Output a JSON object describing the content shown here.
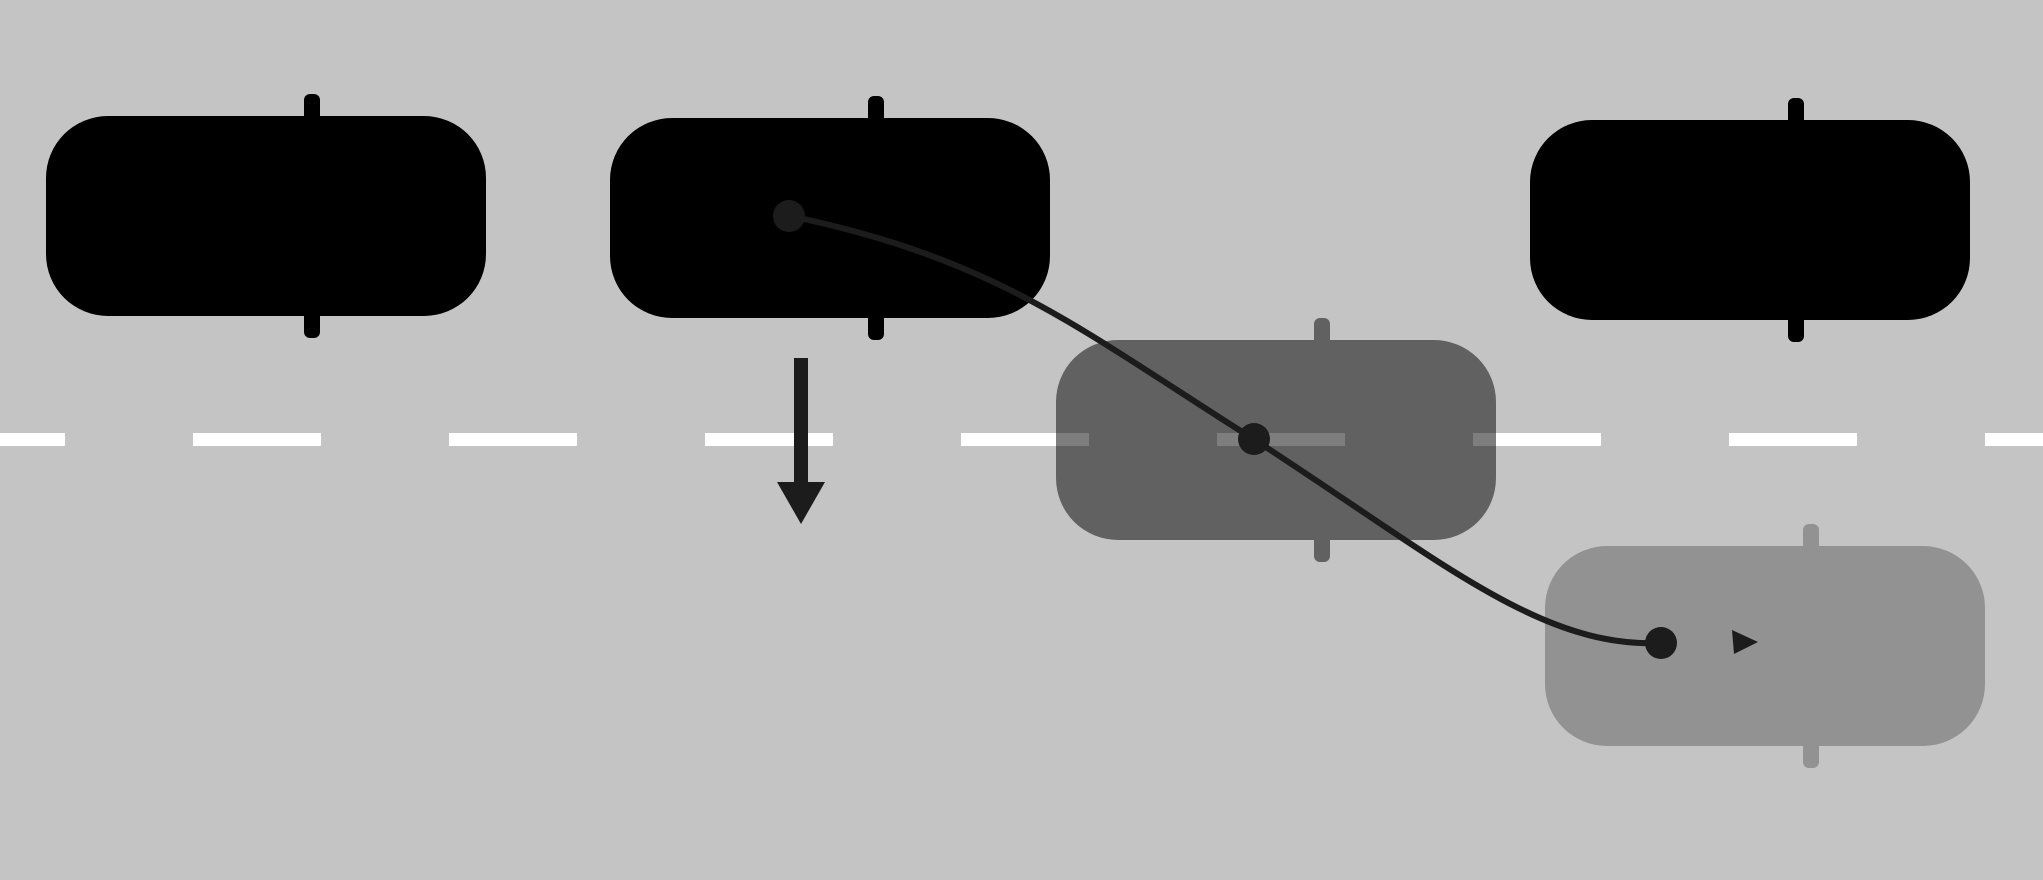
{
  "scene": {
    "background": "#c4c4c4",
    "lane_marking_color": "#ffffff",
    "path_color": "#1c1c1c"
  },
  "cars": [
    {
      "id": "car-front-left-parked",
      "role": "parked car (rear)",
      "body": "#004a97",
      "outline": "#1aa3dd",
      "glass": "#ffffff",
      "light": "#d01a2a",
      "opacity": 1
    },
    {
      "id": "car-maneuvering",
      "role": "car starting maneuver",
      "body": "#009de0",
      "outline": "#1f3a8a",
      "glass": "#ffffff",
      "light": "#d01a2a",
      "opacity": 1
    },
    {
      "id": "car-ghost-mid",
      "role": "maneuvering car (intermediate position)",
      "body": "#009de0",
      "outline": "#1f3a8a",
      "glass": "#ffffff",
      "light": "#d01a2a",
      "opacity": 0.5
    },
    {
      "id": "car-ghost-end",
      "role": "maneuvering car (final position)",
      "body": "#009de0",
      "outline": "#1f3a8a",
      "glass": "#ffffff",
      "light": "#d01a2a",
      "opacity": 0.25
    },
    {
      "id": "car-parked-ahead",
      "role": "parked car (front)",
      "body": "#4e5862",
      "outline": "#2f3338",
      "glass": "#ffffff",
      "light": "#d01a2a",
      "opacity": 1
    }
  ],
  "icons": {
    "direction_arrow": "arrow-down-icon",
    "trajectory": "curved-arrow-icon"
  }
}
